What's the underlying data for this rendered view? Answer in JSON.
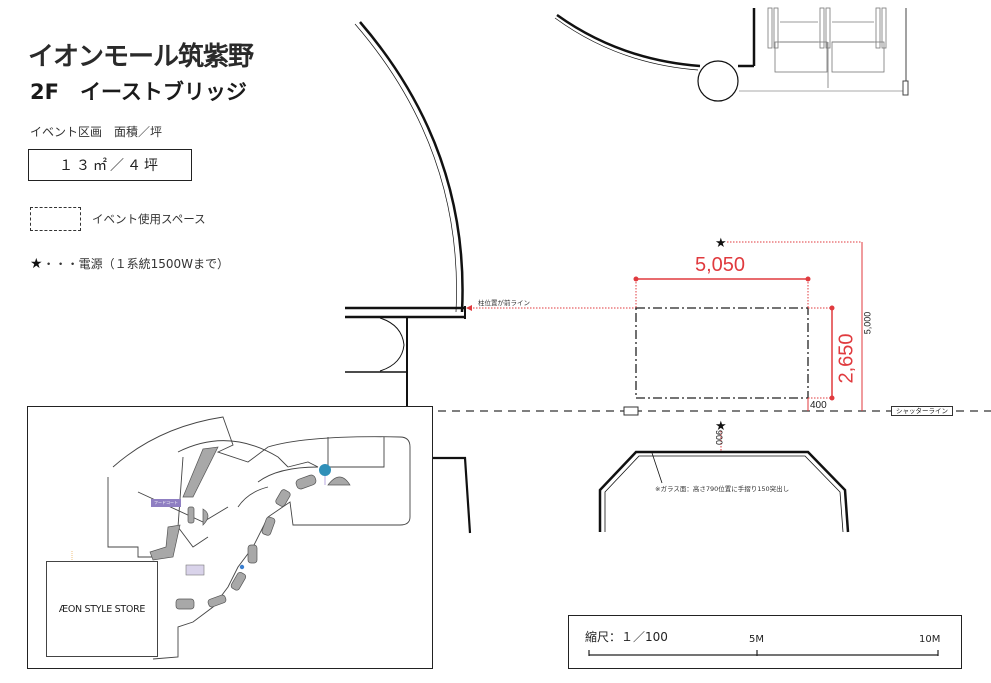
{
  "header": {
    "title": "イオンモール筑紫野",
    "subtitle": "2F　イーストブリッジ"
  },
  "area": {
    "label": "イベント区画　面積／坪",
    "value": "１３㎡／４坪"
  },
  "legend": {
    "event_space_label": "イベント使用スペース",
    "power_star": "★",
    "power_label": "・・・電源（１系統1500Wまで）"
  },
  "plan": {
    "pillar_line_label": "柱位置が前ライン",
    "shutter_line_label": "シャッターライン",
    "glass_note": "※ガラス面：高さ790位置に手摺り150突出し",
    "dimensions": {
      "width": "5,050",
      "depth": "2,650",
      "power_offset": "5,000",
      "shutter_gap": "400",
      "lower_power_offset": "900"
    },
    "colors": {
      "dimension_red": "#e03a3e",
      "line_dark": "#222222"
    }
  },
  "minimap": {
    "store_label": "ÆON STYLE STORE",
    "tag_label": "フードコート",
    "marker_color": "#2f8fb8",
    "highlight_color": "#d9d3ea"
  },
  "scale": {
    "label": "縮尺：１／100",
    "marks": [
      "5M",
      "10M"
    ]
  }
}
